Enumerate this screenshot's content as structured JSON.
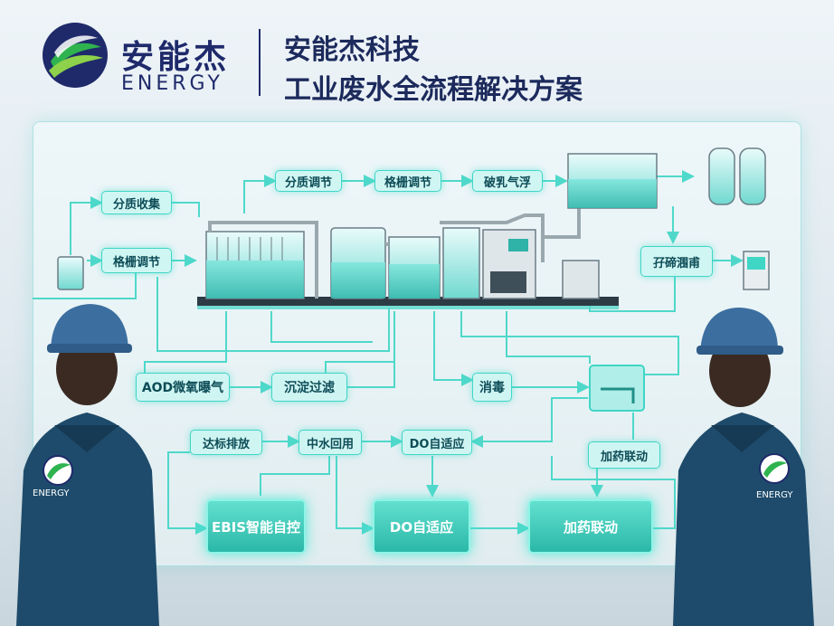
{
  "header": {
    "brand_cn": "安能杰",
    "brand_en": "ENERGY",
    "title_line1": "安能杰科技",
    "title_line2": "工业废水全流程解决方案"
  },
  "flow_nodes": {
    "fen_zhi_shou_ji": "分质收集",
    "ge_shan_left": "格栅调节",
    "fen_zhi_tiao_jie": "分质调节",
    "ge_shan_top": "格栅调节",
    "po_ru_qi_fu": "破乳气浮",
    "garbled_right": "孖碲涠甫",
    "aod": "AOD微氧曝气",
    "chen_dian": "沉淀过滤",
    "xiao_du": "消毒",
    "da_biao": "达标排放",
    "zhong_shui": "中水回用",
    "do_small": "DO自适应",
    "jia_yao_small": "加药联动",
    "ebis": "EBIS智能自控",
    "do_big": "DO自适应",
    "jia_yao_big": "加药联动"
  },
  "worker_badge": "ENERGY",
  "colors": {
    "brand_navy": "#1f2a6b",
    "brand_green": "#2aa84a",
    "flow_teal": "#3fd6c6",
    "node_fill": "#cdf5f2"
  }
}
